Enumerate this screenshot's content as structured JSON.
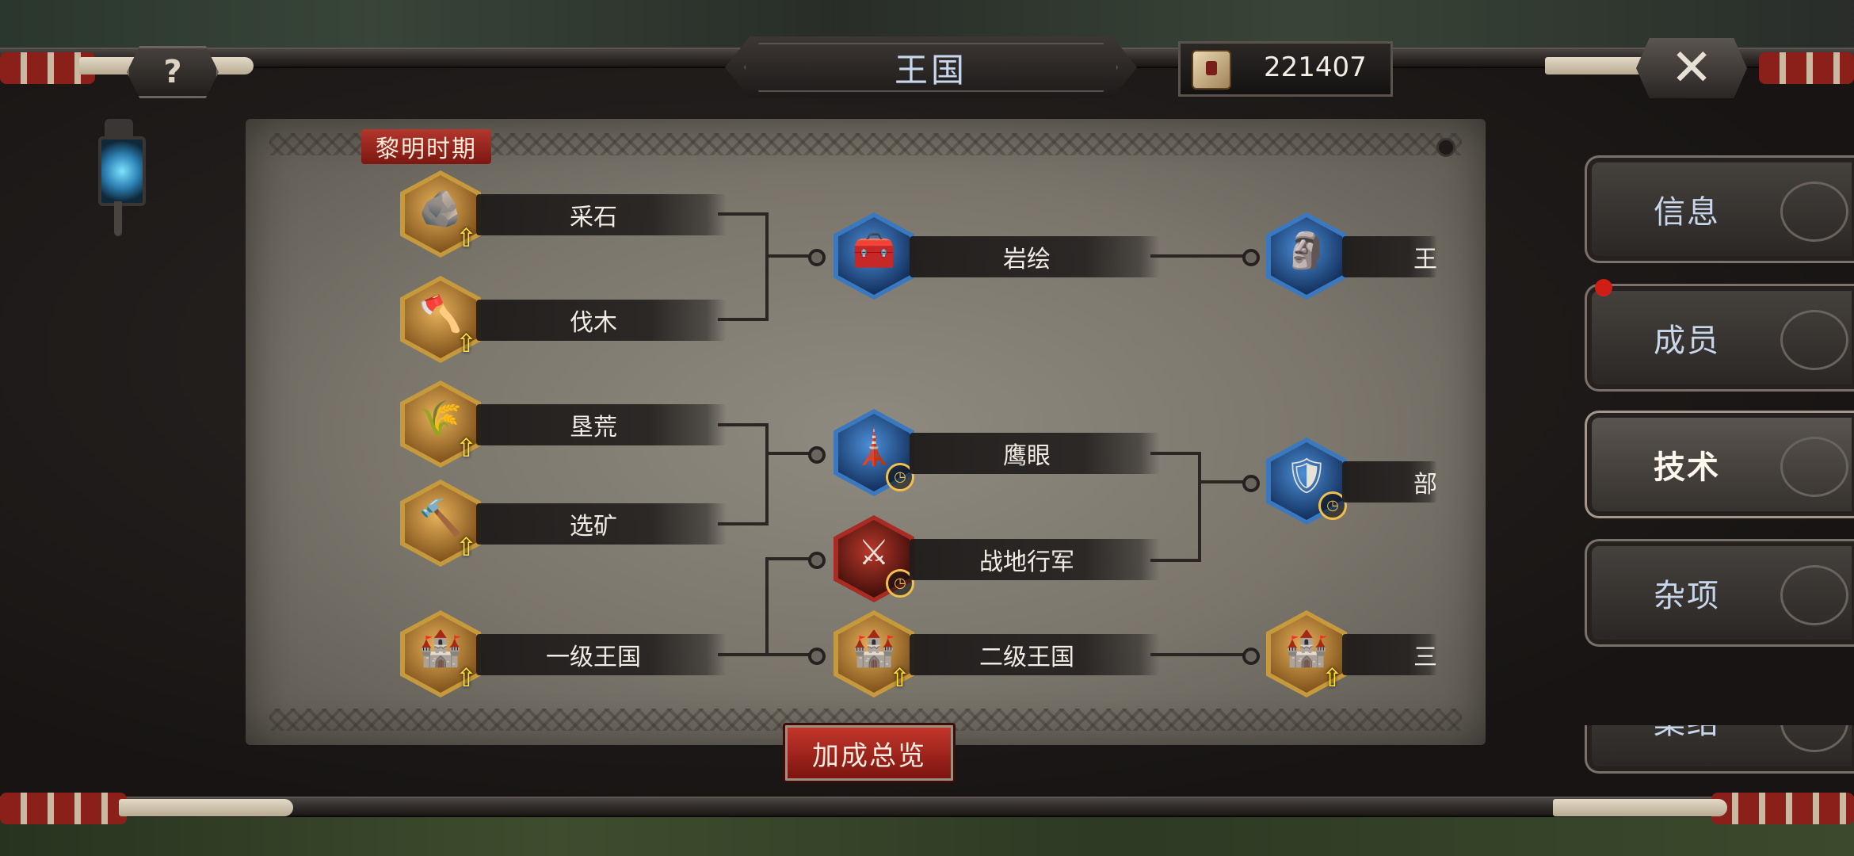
{
  "header": {
    "help_label": "?",
    "title": "王国",
    "currency_value": "221407",
    "close_label": "✕"
  },
  "era": {
    "label": "黎明时期"
  },
  "techs": {
    "quarry": "采石",
    "logging": "伐木",
    "farming": "垦荒",
    "mining": "选矿",
    "kingdom1": "一级王国",
    "rock_painting": "岩绘",
    "eagle_eye": "鹰眼",
    "field_march": "战地行军",
    "kingdom2": "二级王国",
    "col3_top": "王",
    "col3_mid": "部",
    "col3_bot": "三"
  },
  "bonus_button": "加成总览",
  "side_tabs": [
    "信息",
    "成员",
    "技术",
    "杂项",
    "集结"
  ],
  "active_tab": "技术",
  "icons": {
    "quarry": "hammer-stone-icon",
    "logging": "axe-log-icon",
    "farming": "wheat-sack-icon",
    "mining": "hammer-ore-icon",
    "kingdom": "castle-gate-icon",
    "rock_painting": "treasure-chest-icon",
    "eagle_eye": "watchtower-icon",
    "field_march": "spear-soldiers-icon",
    "col3_top": "obelisk-icon",
    "col3_mid": "troops-icon"
  },
  "colors": {
    "accent_red": "#b3372c",
    "tab_text": "#c8d6ea",
    "upgrade_arrow": "#ffe23a",
    "notification_dot": "#d01e16"
  }
}
